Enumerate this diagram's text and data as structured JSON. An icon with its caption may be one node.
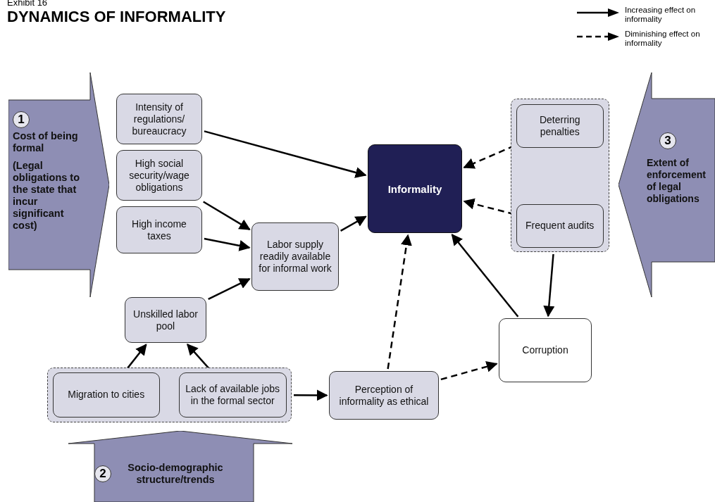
{
  "diagram": {
    "title": "DYNAMICS OF INFORMALITY",
    "nodes": [
      {
        "text": [
          "1",
          "Cost of being formal",
          "(Legal obligations to the state that incur significant cost)"
        ]
      },
      {
        "text": [
          "Intensity of regulations/ bureaucracy"
        ]
      },
      {
        "text": [
          "High social security/wage obligations"
        ]
      },
      {
        "text": [
          "High income taxes"
        ]
      },
      {
        "text": [
          "Labor supply readily available for informal work"
        ]
      },
      {
        "text": [
          "Informality"
        ]
      },
      {
        "text": [],
        "shape": "box"
      },
      {
        "text": [
          "Deterring penalties"
        ],
        "in": 6
      },
      {
        "text": [
          "Frequent audits"
        ],
        "in": 6
      },
      {
        "text": [
          "3",
          "Extent of enforcement of legal obligations"
        ]
      },
      {
        "text": [
          "Unskilled labor pool"
        ]
      },
      {
        "text": [],
        "shape": "box"
      },
      {
        "text": [
          "Migration to cities"
        ],
        "in": 11
      },
      {
        "text": [
          "Lack of available jobs in the formal sector"
        ],
        "in": 11
      },
      {
        "text": [
          "Perception of informality as ethical"
        ]
      },
      {
        "text": [
          "Corruption"
        ]
      },
      {
        "text": [
          "2",
          "Socio-demographic structure/trends"
        ]
      }
    ],
    "edges": [
      {
        "from": 1,
        "to": 5,
        "arrow": "to"
      },
      {
        "from": 2,
        "to": 4,
        "arrow": "to"
      },
      {
        "from": 3,
        "to": 4,
        "arrow": "to"
      },
      {
        "from": 4,
        "to": 5,
        "arrow": "to"
      },
      {
        "from": 10,
        "to": 4,
        "arrow": "to"
      },
      {
        "from": 12,
        "to": 10,
        "arrow": "to"
      },
      {
        "from": 13,
        "to": 10,
        "arrow": "to"
      },
      {
        "from": 11,
        "to": 14,
        "arrow": "to"
      },
      {
        "from": 14,
        "to": 5,
        "arrow": "to",
        "style": "dashed"
      },
      {
        "from": 14,
        "to": 15,
        "arrow": "to",
        "style": "dashed"
      },
      {
        "from": 7,
        "to": 5,
        "arrow": "to",
        "style": "dashed"
      },
      {
        "from": 8,
        "to": 5,
        "arrow": "to",
        "style": "dashed"
      },
      {
        "from": 6,
        "to": 15,
        "arrow": "to"
      },
      {
        "from": 15,
        "to": 5,
        "arrow": "to"
      }
    ],
    "labels": [
      "Exhibit 16"
    ],
    "legend": [
      {
        "text": "Increasing effect on informality"
      },
      {
        "text": "Diminishing effect on informality"
      }
    ]
  }
}
